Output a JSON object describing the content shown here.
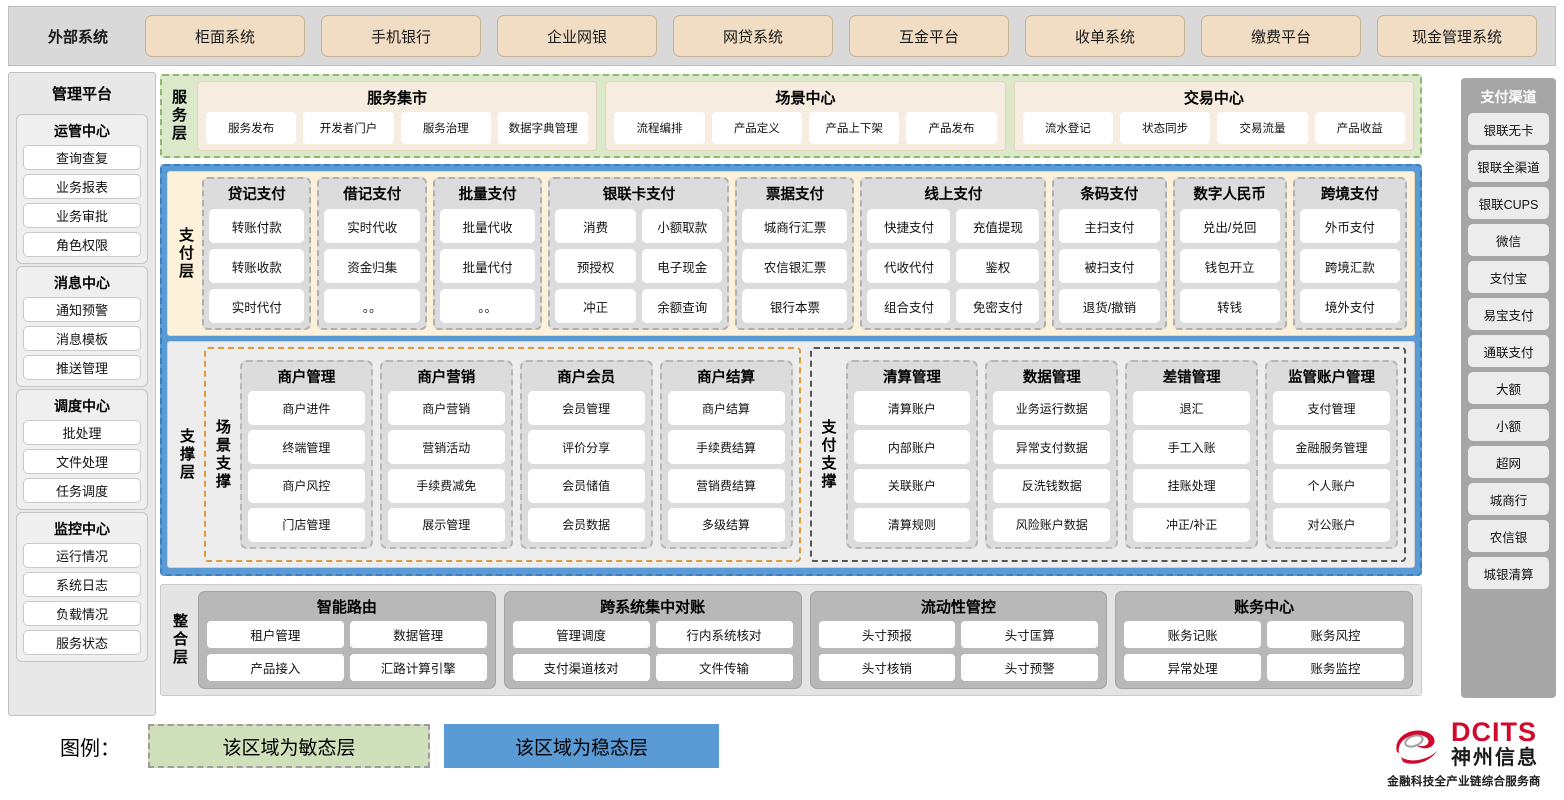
{
  "top_bar": {
    "label": "外部系统",
    "systems": [
      "柜面系统",
      "手机银行",
      "企业网银",
      "网贷系统",
      "互金平台",
      "收单系统",
      "缴费平台",
      "现金管理系统"
    ]
  },
  "left_panel": {
    "title": "管理平台",
    "groups": [
      {
        "title": "运管中心",
        "items": [
          "查询查复",
          "业务报表",
          "业务审批",
          "角色权限"
        ]
      },
      {
        "title": "消息中心",
        "items": [
          "通知预警",
          "消息模板",
          "推送管理"
        ]
      },
      {
        "title": "调度中心",
        "items": [
          "批处理",
          "文件处理",
          "任务调度"
        ]
      },
      {
        "title": "监控中心",
        "items": [
          "运行情况",
          "系统日志",
          "负载情况",
          "服务状态"
        ]
      }
    ]
  },
  "right_panel": {
    "title": "支付渠道",
    "items": [
      "银联无卡",
      "银联全渠道",
      "银联CUPS",
      "微信",
      "支付宝",
      "易宝支付",
      "通联支付",
      "大额",
      "小额",
      "超网",
      "城商行",
      "农信银",
      "城银清算"
    ]
  },
  "service_layer": {
    "label": "服务层",
    "groups": [
      {
        "title": "服务集市",
        "items": [
          "服务发布",
          "开发者门户",
          "服务治理",
          "数据字典管理"
        ]
      },
      {
        "title": "场景中心",
        "items": [
          "流程编排",
          "产品定义",
          "产品上下架",
          "产品发布"
        ]
      },
      {
        "title": "交易中心",
        "items": [
          "流水登记",
          "状态同步",
          "交易流量",
          "产品收益"
        ]
      }
    ]
  },
  "pay_layer": {
    "label": "支付层",
    "groups": [
      {
        "title": "贷记支付",
        "cols": 1,
        "flex": 1.0,
        "columns": [
          [
            "转账付款",
            "转账收款",
            "实时代付"
          ]
        ]
      },
      {
        "title": "借记支付",
        "cols": 1,
        "flex": 1.0,
        "columns": [
          [
            "实时代收",
            "资金归集",
            "。。"
          ]
        ]
      },
      {
        "title": "批量支付",
        "cols": 1,
        "flex": 1.0,
        "columns": [
          [
            "批量代收",
            "批量代付",
            "。。"
          ]
        ]
      },
      {
        "title": "银联卡支付",
        "cols": 2,
        "flex": 1.75,
        "columns": [
          [
            "消费",
            "预授权",
            "冲正"
          ],
          [
            "小额取款",
            "电子现金",
            "余额查询"
          ]
        ]
      },
      {
        "title": "票据支付",
        "cols": 1,
        "flex": 1.1,
        "columns": [
          [
            "城商行汇票",
            "农信银汇票",
            "银行本票"
          ]
        ]
      },
      {
        "title": "线上支付",
        "cols": 2,
        "flex": 1.8,
        "columns": [
          [
            "快捷支付",
            "代收代付",
            "组合支付"
          ],
          [
            "充值提现",
            "鉴权",
            "免密支付"
          ]
        ]
      },
      {
        "title": "条码支付",
        "cols": 1,
        "flex": 1.05,
        "columns": [
          [
            "主扫支付",
            "被扫支付",
            "退货/撤销"
          ]
        ]
      },
      {
        "title": "数字人民币",
        "cols": 1,
        "flex": 1.05,
        "columns": [
          [
            "兑出/兑回",
            "钱包开立",
            "转钱"
          ]
        ]
      },
      {
        "title": "跨境支付",
        "cols": 1,
        "flex": 1.05,
        "columns": [
          [
            "外币支付",
            "跨境汇款",
            "境外支付"
          ]
        ]
      }
    ]
  },
  "support_layer": {
    "label": "支撑层",
    "regions": [
      {
        "label": "场景支撑",
        "style": "scene",
        "groups": [
          {
            "title": "商户管理",
            "items": [
              "商户进件",
              "终端管理",
              "商户风控",
              "门店管理"
            ]
          },
          {
            "title": "商户营销",
            "items": [
              "商户营销",
              "营销活动",
              "手续费减免",
              "展示管理"
            ]
          },
          {
            "title": "商户会员",
            "items": [
              "会员管理",
              "评价分享",
              "会员储值",
              "会员数据"
            ]
          },
          {
            "title": "商户结算",
            "items": [
              "商户结算",
              "手续费结算",
              "营销费结算",
              "多级结算"
            ]
          }
        ]
      },
      {
        "label": "支付支撑",
        "style": "paysup",
        "groups": [
          {
            "title": "清算管理",
            "items": [
              "清算账户",
              "内部账户",
              "关联账户",
              "清算规则"
            ]
          },
          {
            "title": "数据管理",
            "items": [
              "业务运行数据",
              "异常支付数据",
              "反洗钱数据",
              "风险账户数据"
            ]
          },
          {
            "title": "差错管理",
            "items": [
              "退汇",
              "手工入账",
              "挂账处理",
              "冲正/补正"
            ]
          },
          {
            "title": "监管账户管理",
            "items": [
              "支付管理",
              "金融服务管理",
              "个人账户",
              "对公账户"
            ]
          }
        ]
      }
    ]
  },
  "integration_layer": {
    "label": "整合层",
    "groups": [
      {
        "title": "智能路由",
        "items": [
          "租户管理",
          "数据管理",
          "产品接入",
          "汇路计算引擎"
        ]
      },
      {
        "title": "跨系统集中对账",
        "items": [
          "管理调度",
          "行内系统核对",
          "支付渠道核对",
          "文件传输"
        ]
      },
      {
        "title": "流动性管控",
        "items": [
          "头寸预报",
          "头寸匡算",
          "头寸核销",
          "头寸预警"
        ]
      },
      {
        "title": "账务中心",
        "items": [
          "账务记账",
          "账务风控",
          "异常处理",
          "账务监控"
        ]
      }
    ]
  },
  "legend": {
    "label": "图例：",
    "agile": "该区域为敏态层",
    "stable": "该区域为稳态层",
    "agile_color": "#cfe0bb",
    "stable_color": "#5b9bd5"
  },
  "logo": {
    "brand": "DCITS",
    "brand_cn": "神州信息",
    "tagline": "金融科技全产业链综合服务商",
    "brand_color": "#cf0a2c"
  }
}
